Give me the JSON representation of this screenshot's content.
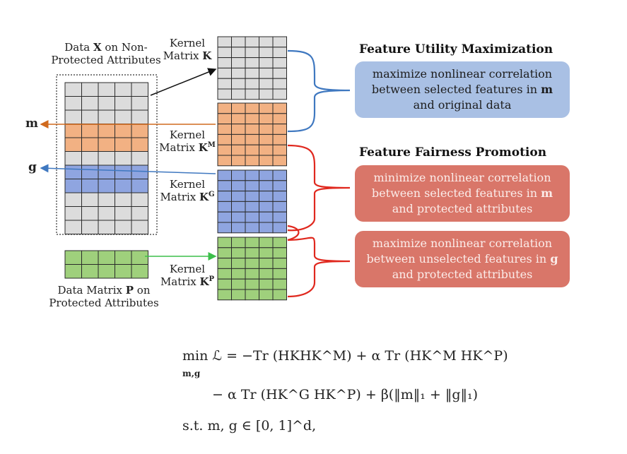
{
  "left": {
    "data_x_label": [
      "Data ",
      "X",
      " on Non-",
      "Protected Attributes"
    ],
    "data_p_label": [
      "Data Matrix ",
      "P",
      " on",
      "Protected Attributes"
    ],
    "m_label": "m",
    "g_label": "g"
  },
  "kernels": {
    "k": {
      "line1": "Kernel",
      "line2": "Matrix ",
      "bold": "K",
      "sup": ""
    },
    "km": {
      "line1": "Kernel",
      "line2": "Matrix ",
      "bold": "K",
      "sup": "M"
    },
    "kg": {
      "line1": "Kernel",
      "line2": "Matrix ",
      "bold": "K",
      "sup": "G"
    },
    "kp": {
      "line1": "Kernel",
      "line2": "Matrix ",
      "bold": "K",
      "sup": "P"
    }
  },
  "right": {
    "utility_title": "Feature Utility Maximization",
    "utility_box": [
      "maximize nonlinear correlation",
      "between selected features in ",
      "m",
      "and original data"
    ],
    "fairness_title": "Feature Fairness Promotion",
    "fair_box1": [
      "minimize nonlinear correlation",
      "between selected features in ",
      "m",
      "and protected attributes"
    ],
    "fair_box2": [
      "maximize nonlinear correlation",
      "between unselected features in ",
      "g",
      "and protected attributes"
    ]
  },
  "formula": {
    "line1": "min ℒ = −Tr (HKHK^M) + α Tr (HK^M HK^P)",
    "line1_sub": "m,g",
    "line2": "− α Tr (HK^G HK^P) + β(‖m‖₁ + ‖g‖₁)",
    "line3": "s.t. m, g ∈ [0, 1]^d,"
  },
  "colors": {
    "gray": "#dcdcdc",
    "orange": "#f2b183",
    "blue": "#8fa5e0",
    "green": "#9fd07c",
    "blue_box": "#a9c0e4",
    "red_box": "#d97669",
    "blue_line": "#3f78c0",
    "red_line": "#e0281e",
    "green_arrow": "#3cbf4a",
    "orange_arrow": "#d06a1e"
  }
}
